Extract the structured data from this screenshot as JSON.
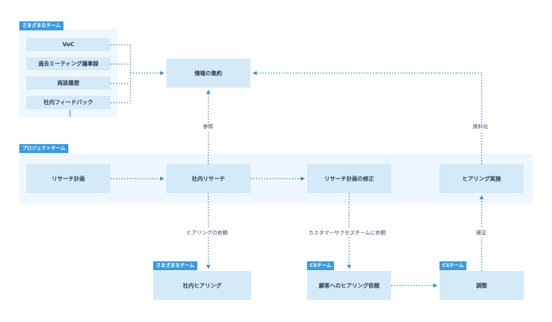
{
  "groups": {
    "various_teams_top": "さまざまなチーム",
    "project_team": "プロジェクトチーム",
    "various_teams_bottom": "さまざまなチーム",
    "cs_team_a": "CSチーム",
    "cs_team_b": "CSチーム"
  },
  "sources": {
    "voc": "VoC",
    "meeting_minutes": "過去ミーティング議事録",
    "sales_history": "商談履歴",
    "internal_feedback": "社内フィードバック",
    "more": "⋮"
  },
  "nodes": {
    "info_aggregation": "情報の集約",
    "research_plan": "リサーチ計画",
    "internal_research": "社内リサーチ",
    "plan_revision": "リサーチ計画の修正",
    "hearing_execution": "ヒアリング実施",
    "internal_hearing": "社内ヒアリング",
    "customer_hearing_request": "顧客へのヒアリング依頼",
    "adjustment": "調整"
  },
  "edge_labels": {
    "reference": "参照",
    "documentation": "資料化",
    "hearing_request": "ヒアリングの依頼",
    "cs_request": "カスタマーサクセスチームに依頼",
    "confirm": "確定"
  },
  "colors": {
    "accent": "#3d9ae0",
    "box_fill": "#d4eaf9",
    "zone_fill": "#eef7fd",
    "arrow": "#3d8fd6",
    "text": "#2e3f57"
  }
}
